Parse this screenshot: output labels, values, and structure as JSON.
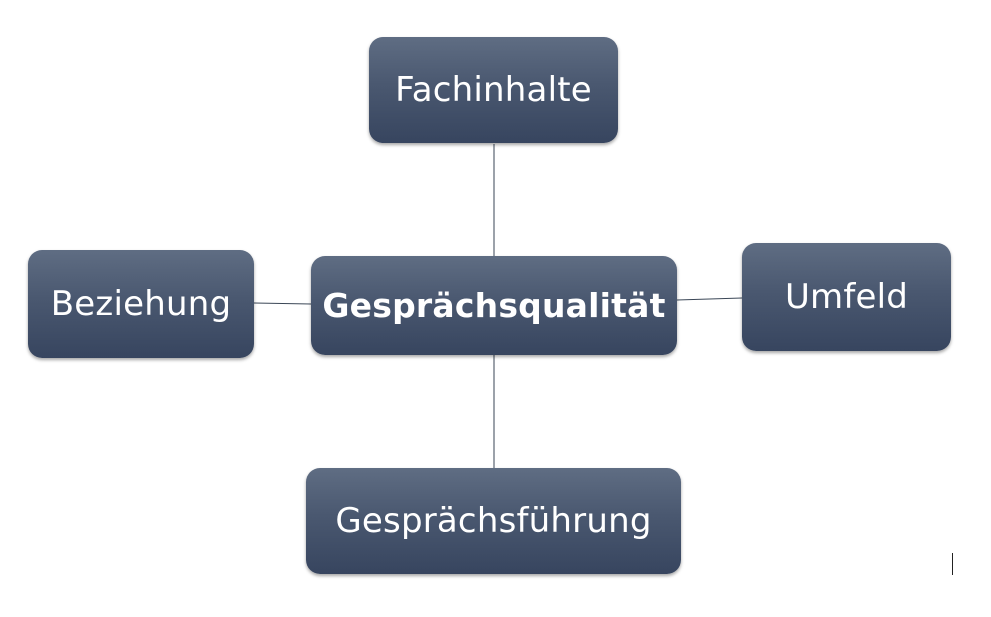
{
  "diagram": {
    "center": {
      "label": "Gesprächsqualität"
    },
    "nodes": {
      "top": {
        "label": "Fachinhalte"
      },
      "left": {
        "label": "Beziehung"
      },
      "right": {
        "label": "Umfeld"
      },
      "bottom": {
        "label": "Gesprächsführung"
      }
    },
    "colors": {
      "node_top": "#5f6d83",
      "node_bottom": "#37455f",
      "text": "#ffffff",
      "connector": "#3a4656"
    }
  }
}
